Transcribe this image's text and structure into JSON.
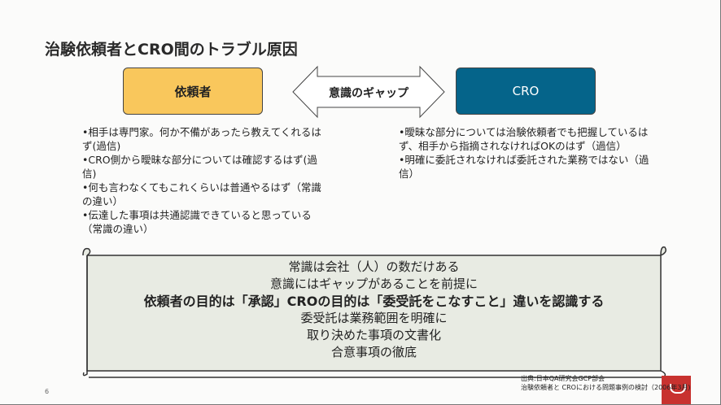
{
  "title": "治験依頼者とCRO間のトラブル原因",
  "client_label": "依頼者",
  "cro_label": "CRO",
  "gap_label": "意識のギャップ",
  "left_items": [
    "•相手は専門家。何か不備があったら教えてくれるはず(過信)",
    "•CRO側から曖昧な部分については確認するはず(過信)",
    "•何も言わなくてもこれくらいは普通やるはず（常識の違い）",
    "•伝達した事項は共通認識できていると思っている（常識の違い）"
  ],
  "right_items": [
    "•曖昧な部分については治験依頼者でも把握しているはず、相手から指摘されなければOKのはず（過信）",
    "•明確に委託されなければ委託された業務ではない（過信）"
  ],
  "scroll_lines": [
    "常識は会社（人）の数だけある",
    "意識にはギャップがあることを前提に",
    "依頼者の目的は「承認」CROの目的は「委受託をこなすこと」違いを認識する",
    "委受託は業務範囲を明確に",
    "取り決めた事項の文書化",
    "合意事項の徹底"
  ],
  "source_line1": "出典:日本QA研究会GCP部会",
  "source_line2": "治験依頼者と CROにおける問題事例の検討（2006年3月)",
  "page_number": "6",
  "colors": {
    "client": "#f9c75c",
    "cro": "#05648a",
    "logo": "#c8322f"
  }
}
